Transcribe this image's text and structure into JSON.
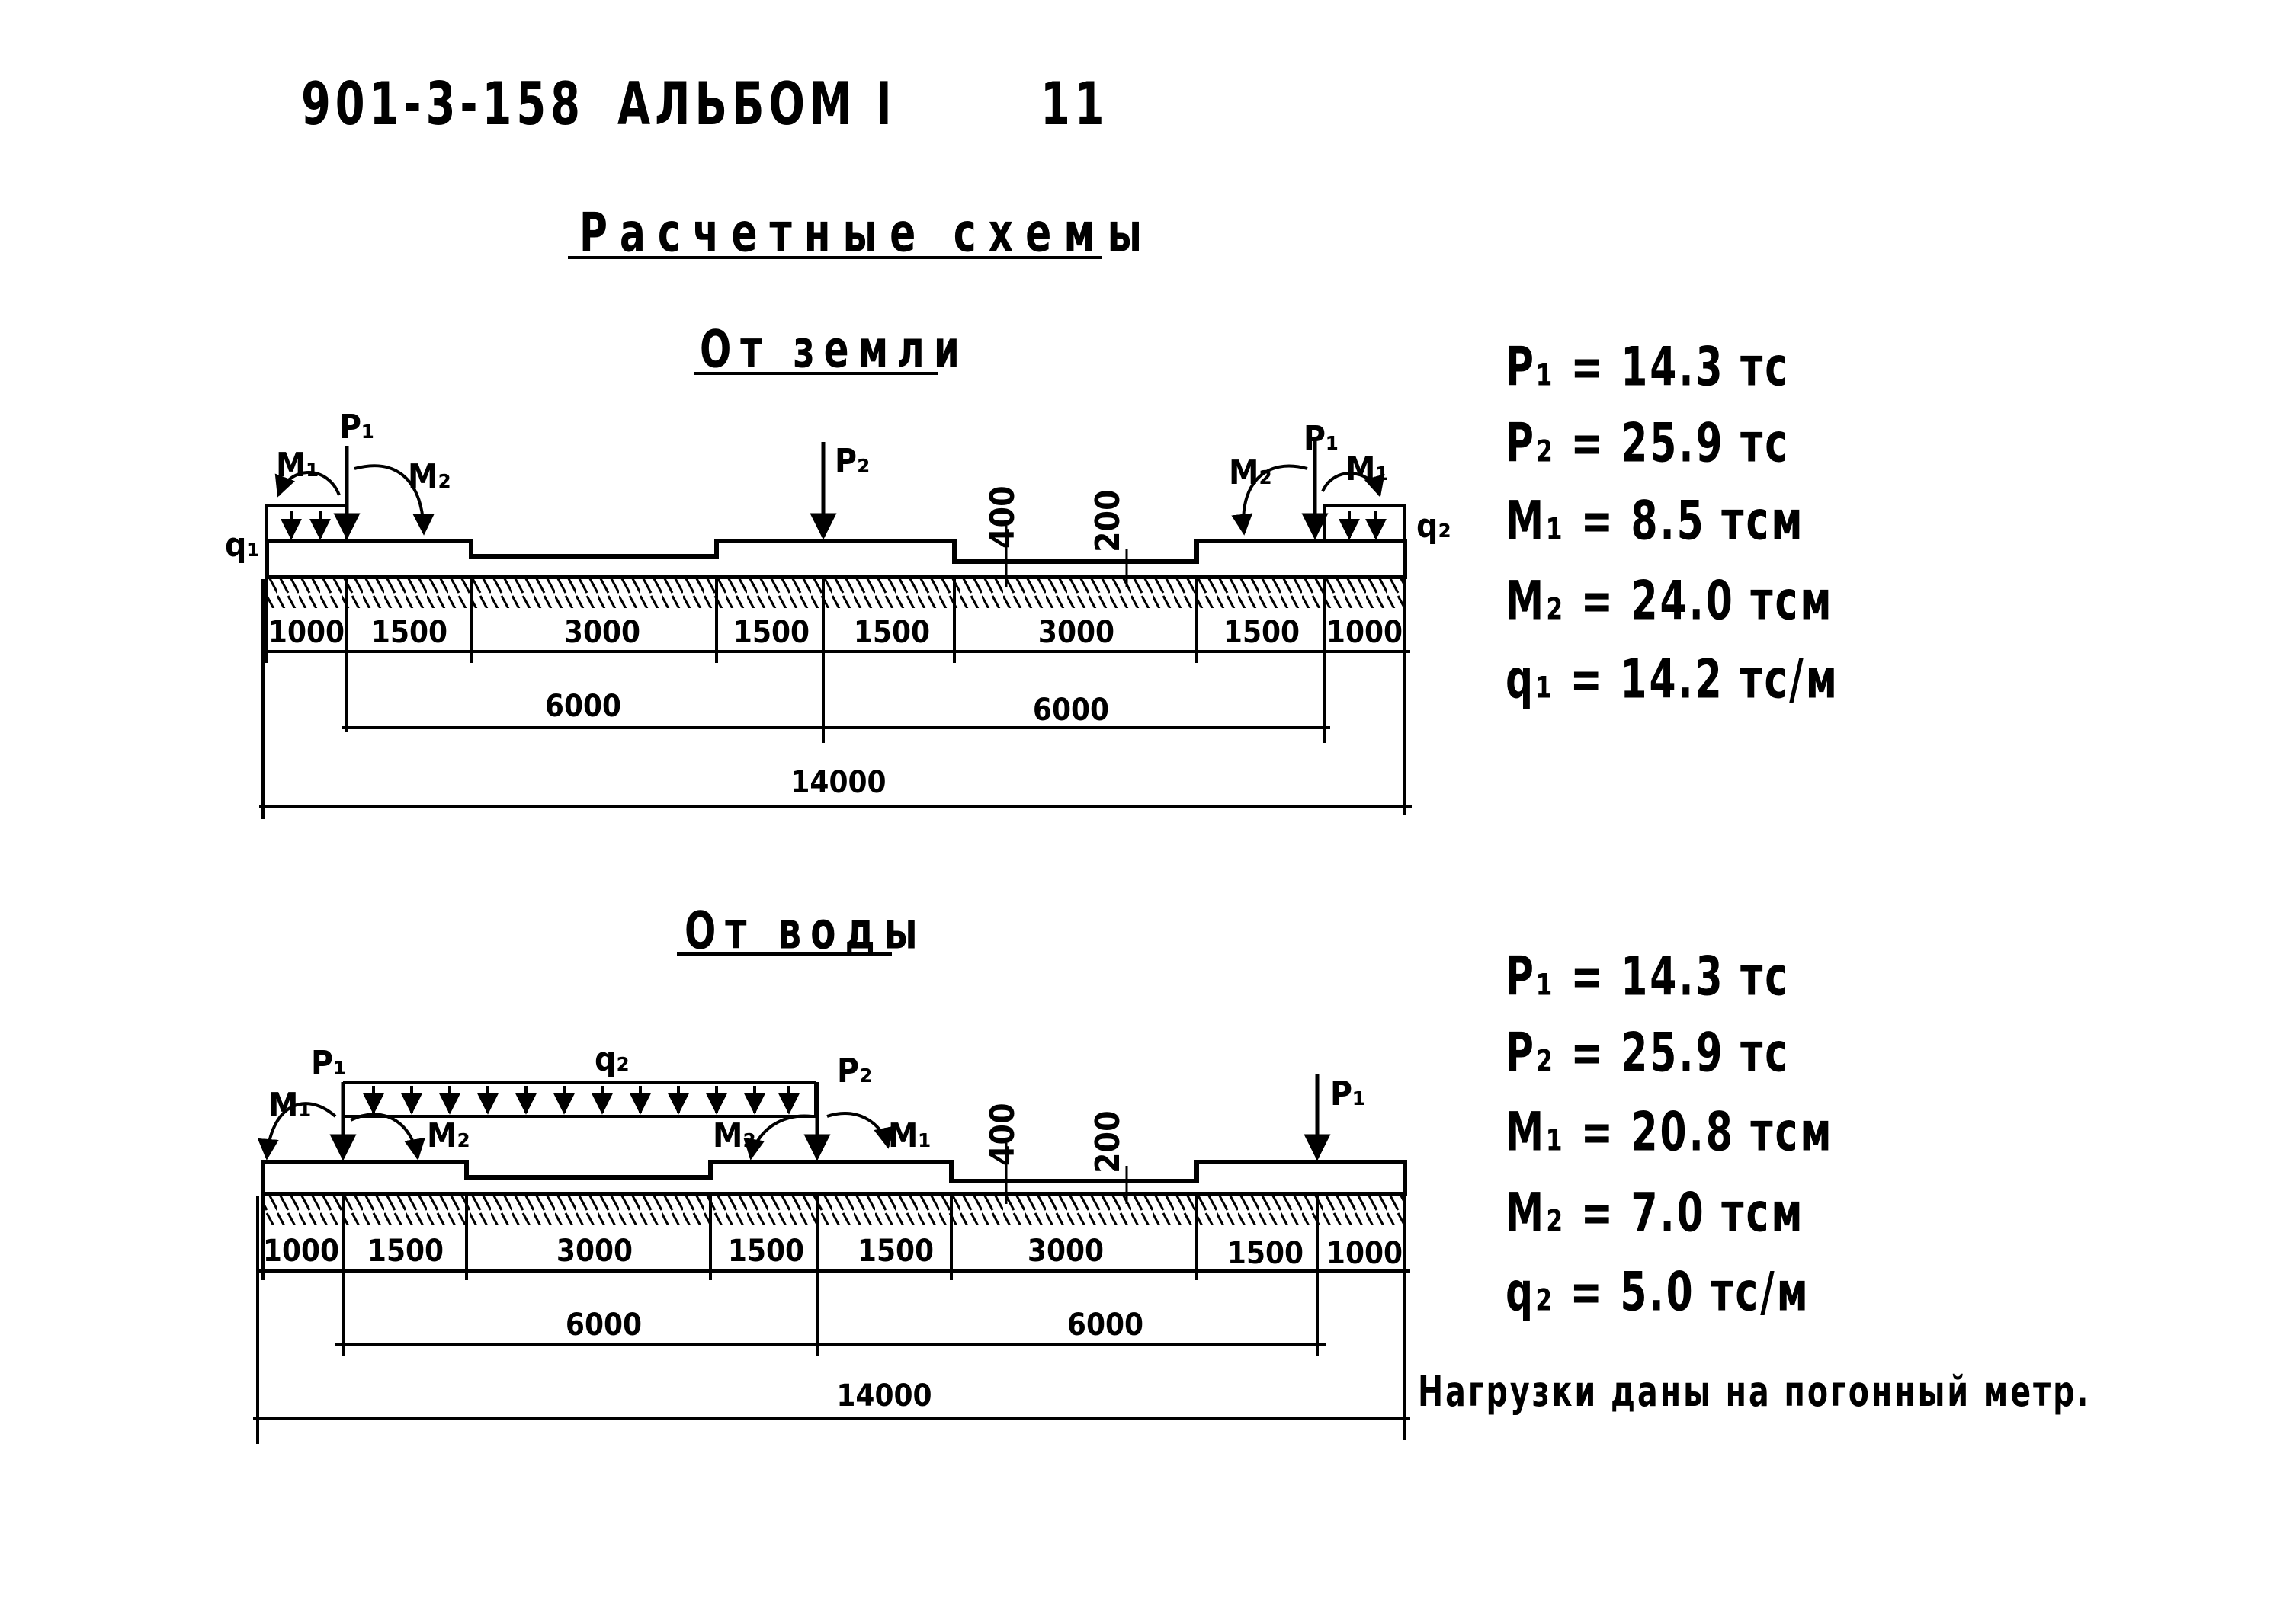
{
  "header": {
    "code": "901-3-158",
    "album": "АЛЬБОМ I",
    "page": "11"
  },
  "title": "Расчетные схемы",
  "scheme_earth": {
    "title": "От земли",
    "params": [
      "P₁ = 14.3 тс",
      "P₂ = 25.9 тс",
      "M₁ = 8.5 тсм",
      "M₂ = 24.0 тсм",
      "q₁ = 14.2 тс/м"
    ],
    "labels": {
      "p1": "P₁",
      "p2": "P₂",
      "m1": "M₁",
      "m2": "M₂",
      "q1": "q₁",
      "q2": "q₂",
      "h400": "400",
      "h200": "200"
    },
    "segments": [
      "1000",
      "1500",
      "3000",
      "1500",
      "1500",
      "3000",
      "1500",
      "1000"
    ],
    "spans": [
      "6000",
      "6000"
    ],
    "total": "14000"
  },
  "scheme_water": {
    "title": "От воды",
    "params": [
      "P₁ = 14.3 тс",
      "P₂ = 25.9 тс",
      "M₁ = 20.8 тсм",
      "M₂ = 7.0 тсм",
      "q₂ = 5.0 тс/м"
    ],
    "labels": {
      "p1": "P₁",
      "p2": "P₂",
      "m1": "M₁",
      "m2": "M₂",
      "q2": "q₂",
      "h400": "400",
      "h200": "200"
    },
    "segments": [
      "1000",
      "1500",
      "3000",
      "1500",
      "1500",
      "3000",
      "1500",
      "1000"
    ],
    "spans": [
      "6000",
      "6000"
    ],
    "total": "14000"
  },
  "note": "Нагрузки даны на погонный метр."
}
